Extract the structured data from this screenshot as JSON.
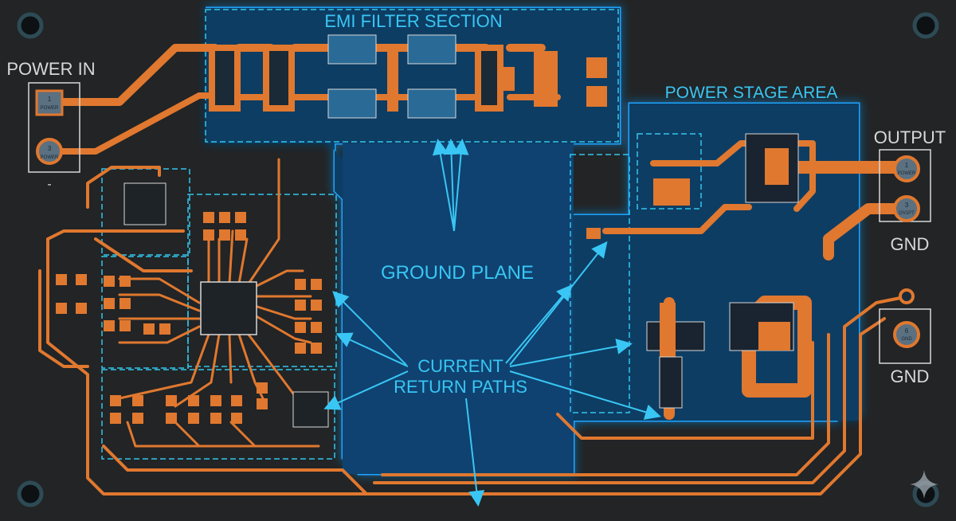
{
  "labels": {
    "emi_filter": "EMI FILTER SECTION",
    "power_stage": "POWER STAGE AREA",
    "ground_plane": "GROUND PLANE",
    "current_line1": "CURRENT",
    "current_line2": "RETURN PATHS",
    "power_in": "POWER IN",
    "output": "OUTPUT",
    "gnd_top": "GND",
    "gnd_bottom": "GND",
    "minus_sign": "-"
  },
  "connectors": {
    "power_in_pin1": [
      "1",
      "POWER"
    ],
    "power_in_pin3": [
      "3",
      "POWER"
    ],
    "output_pin1": [
      "1",
      "POWER"
    ],
    "output_pin3": [
      "3",
      "OV1PT"
    ],
    "gnd_pin6": [
      "6",
      "GND"
    ]
  },
  "colors": {
    "board": "#222426",
    "copper": "#e0782f",
    "ground_fill": "#0e3d63",
    "glow": "#1ea6ff",
    "label_text": "#39c6f4",
    "dashed_zone": "#33c5ec",
    "silk": "#d8d8d8"
  },
  "icons": {
    "watermark": "sparkle-icon"
  }
}
